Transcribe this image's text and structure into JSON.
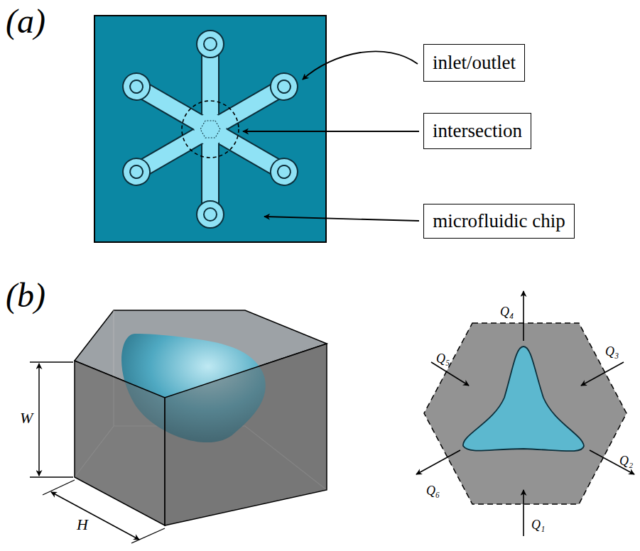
{
  "diagram": {
    "nodes": [
      {
        "text": [
          "inlet/outlet"
        ]
      },
      {
        "text": [
          "intersection"
        ]
      },
      {
        "text": [
          "microfluidic chip"
        ]
      }
    ],
    "labels": [
      "(a)",
      "(b)",
      "W",
      "H",
      "Q₄",
      "Q₃",
      "Q₅",
      "Q₂",
      "Q₆",
      "Q₁"
    ]
  }
}
